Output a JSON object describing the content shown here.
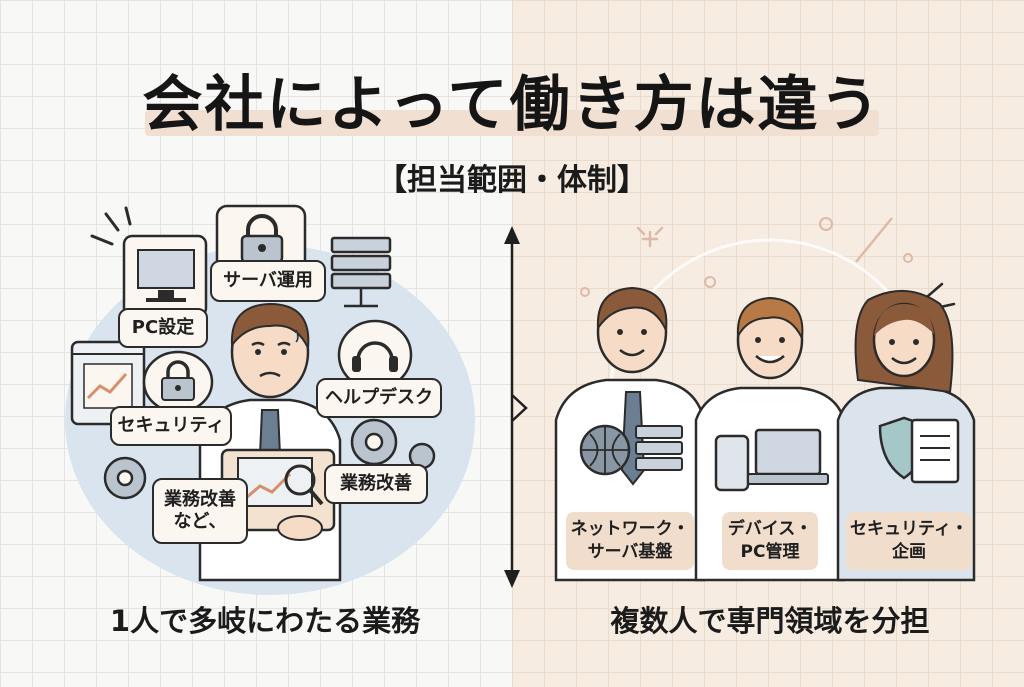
{
  "title": "会社によって働き方は違う",
  "subtitle": "【担当範囲・体制】",
  "left": {
    "caption": "1人で多岐にわたる業務",
    "bubbles": {
      "pc_setup": "PC設定",
      "server_ops": "サーバ運用",
      "helpdesk": "ヘルプデスク",
      "security": "セキュリティ",
      "business_improvement": "業務改善",
      "business_improvement_etc": "業務改善\nなど、"
    }
  },
  "right": {
    "caption": "複数人で専門領域を分担",
    "roles": [
      {
        "label": "ネットワーク・\nサーバ基盤"
      },
      {
        "label": "デバイス・\nPC管理"
      },
      {
        "label": "セキュリティ・\n企画"
      }
    ]
  },
  "colors": {
    "left_bg": "#f8f8f7",
    "right_bg": "#f6ece1",
    "accent_beige": "#f0ddcc",
    "blue_blob": "#d9e4ef"
  }
}
